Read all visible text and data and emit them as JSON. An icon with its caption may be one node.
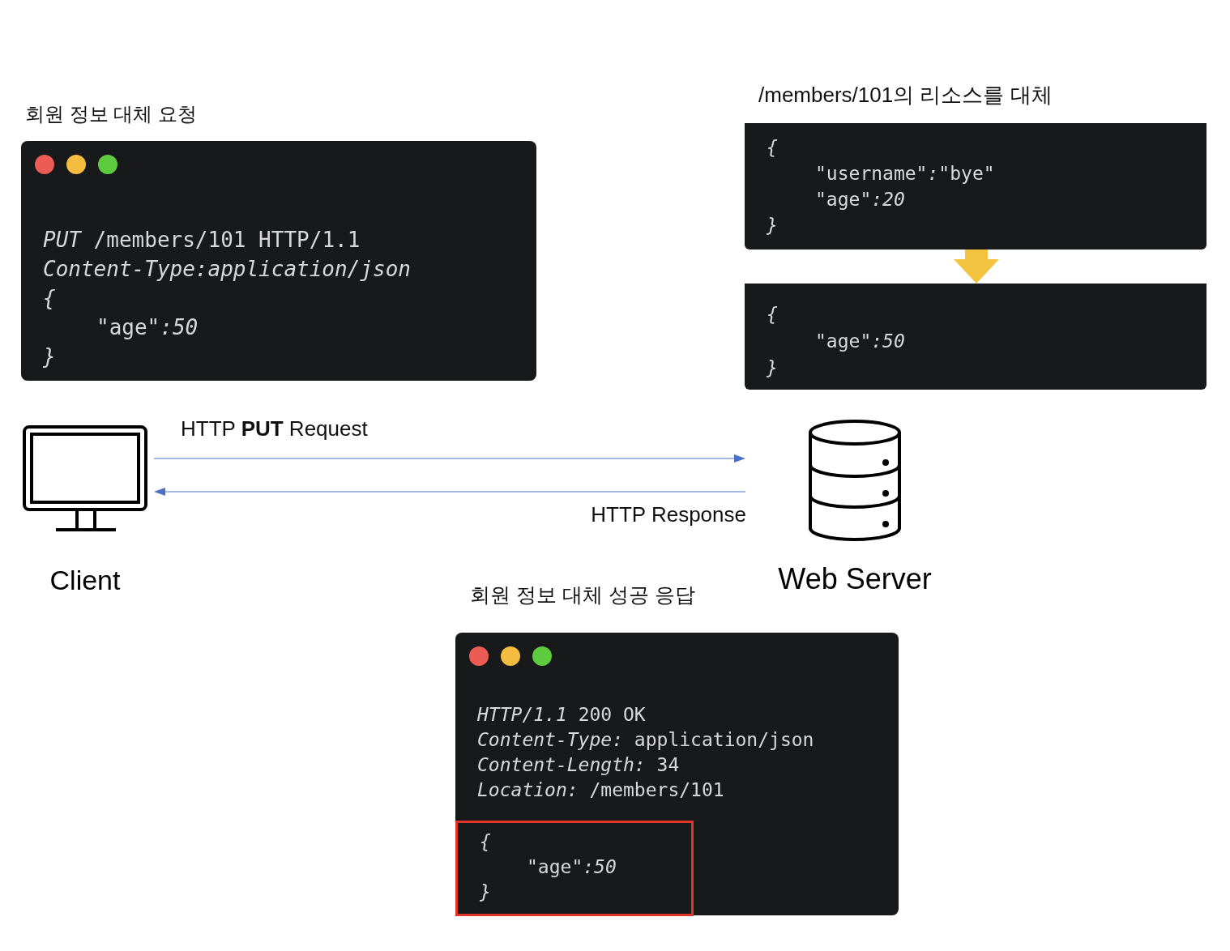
{
  "diagram": {
    "nodes": [
      {
        "text": [
          "Client"
        ]
      },
      {
        "text": [
          "Web Server"
        ]
      },
      {
        "text": [
          "회원 정보 대체 요청",
          "*PUT* /members/101 HTTP/1.1",
          "*Content-Type:application/json*",
          "*{*",
          "\"age\"*:50*",
          "*}*"
        ]
      },
      {
        "text": [
          "/members/101의 리소스를 대체",
          "*{*",
          "\"username\"*:*\"bye\"",
          "\"age\"*:20*",
          "*}*"
        ]
      },
      {
        "text": [
          "*{*",
          "\"age\"*:50*",
          "*}*"
        ]
      },
      {
        "text": [
          "회원 정보 대체 성공 응답",
          "*HTTP/1.1* 200 OK",
          "*Content-Type:* application/json",
          "*Content-Length:* 34",
          "*Location:* /members/101"
        ]
      },
      {
        "text": [
          "*{*",
          "\"age\"*:50*",
          "*}*"
        ],
        "in": 5
      }
    ],
    "edges": [
      {
        "from": 0,
        "to": 1,
        "arrow": "to",
        "label": "HTTP **PUT** Request"
      },
      {
        "from": 1,
        "to": 0,
        "arrow": "to",
        "label": "HTTP Response"
      },
      {
        "from": 3,
        "to": 4,
        "arrow": "to",
        "style": "thick",
        "color": "#f2c440"
      }
    ]
  }
}
